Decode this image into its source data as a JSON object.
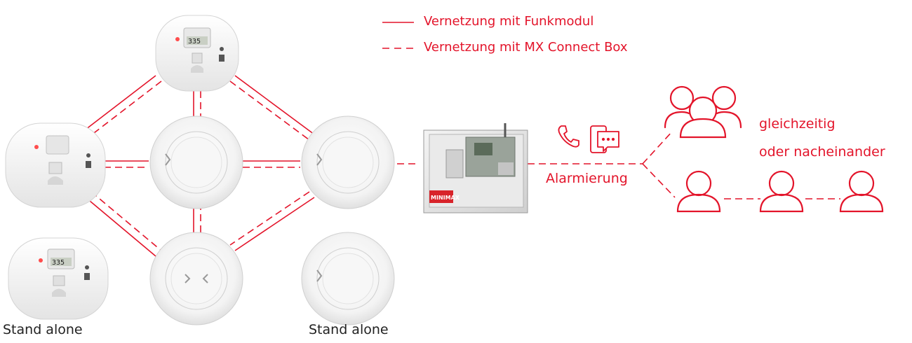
{
  "legend": {
    "solid_label": "Vernetzung mit Funkmodul",
    "dashed_label": "Vernetzung mit MX Connect Box"
  },
  "labels": {
    "standalone_left": "Stand alone",
    "standalone_right": "Stand alone",
    "alarm": "Alarmierung",
    "simultaneous": "gleichzeitig",
    "sequential": "oder nacheinander"
  },
  "devices": {
    "co_display_value": "335",
    "control_box_brand": "MINIMAX"
  },
  "colors": {
    "accent": "#e3142a",
    "text": "#222222",
    "device_body": "#f2f2f2"
  },
  "icons": [
    "co-detector",
    "smoke-detector",
    "control-box",
    "phone-icon",
    "chat-icon",
    "person-group-icon",
    "person-icon"
  ]
}
